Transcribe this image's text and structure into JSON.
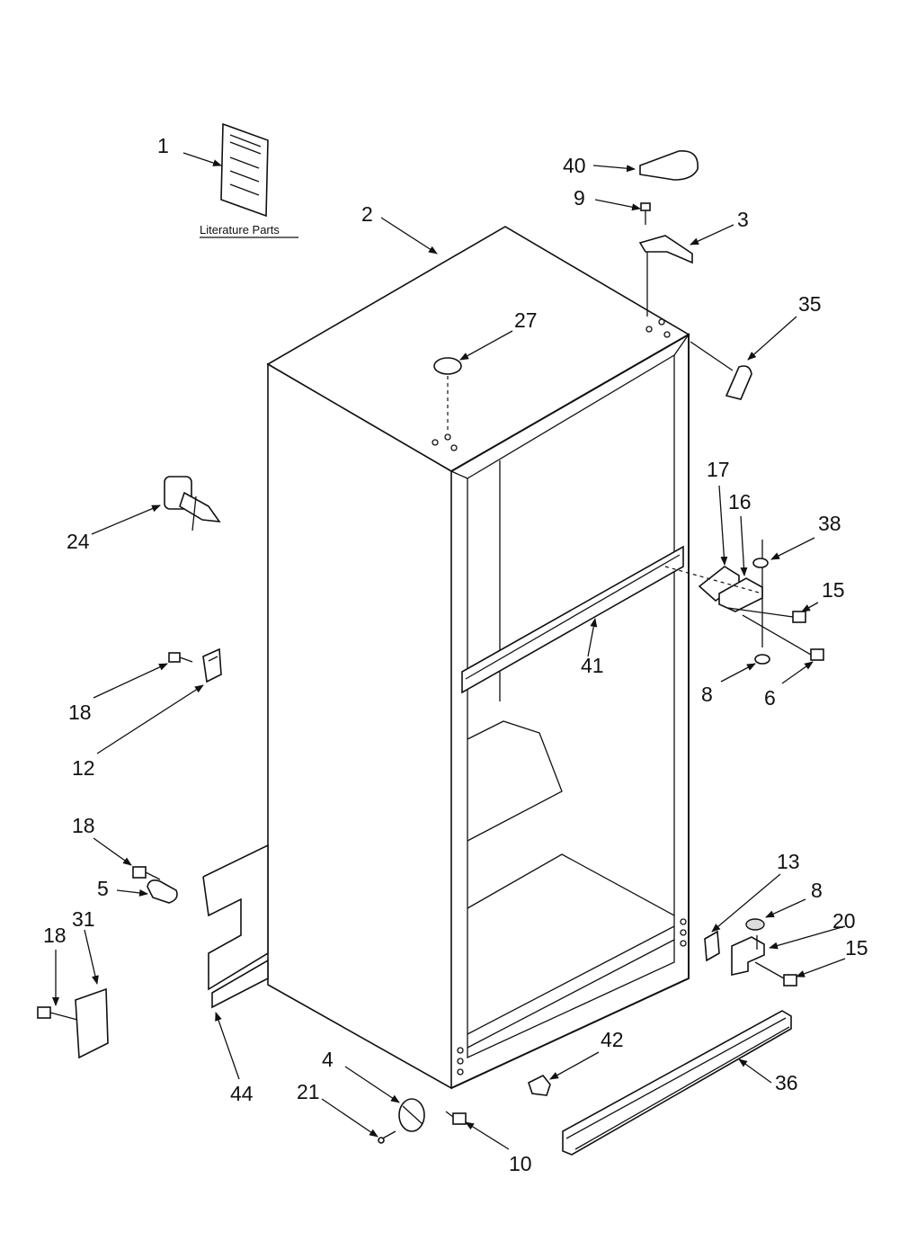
{
  "literature": {
    "caption": "Literature Parts"
  },
  "callouts": [
    "1",
    "2",
    "40",
    "9",
    "3",
    "35",
    "27",
    "24",
    "17",
    "16",
    "38",
    "15",
    "41",
    "8",
    "6",
    "18",
    "12",
    "18",
    "5",
    "31",
    "18",
    "13",
    "8",
    "20",
    "15",
    "44",
    "42",
    "36",
    "4",
    "21",
    "10"
  ]
}
